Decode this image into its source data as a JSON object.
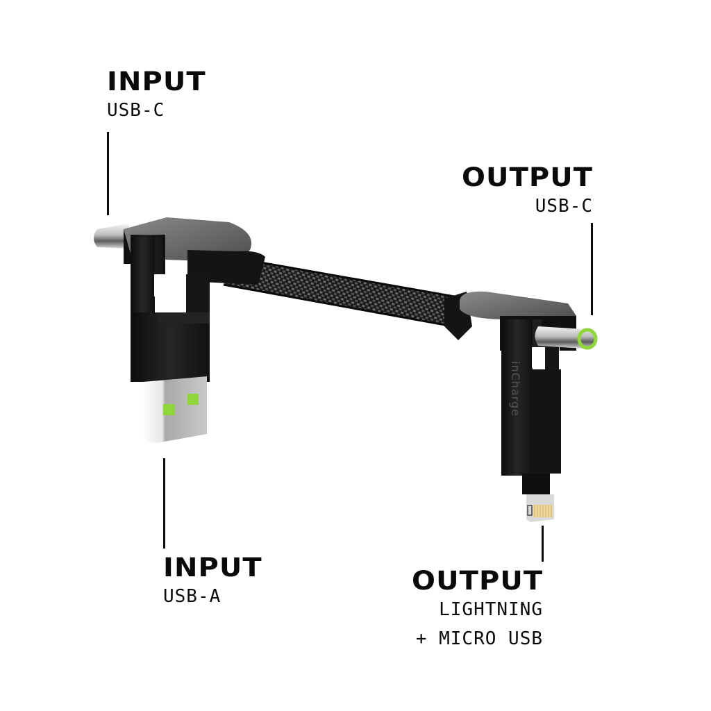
{
  "callouts": {
    "input_top": {
      "title": "INPUT",
      "lines": [
        "USB-C"
      ]
    },
    "output_top": {
      "title": "OUTPUT",
      "lines": [
        "USB-C"
      ]
    },
    "input_bottom": {
      "title": "INPUT",
      "lines": [
        "USB-A"
      ]
    },
    "output_bottom": {
      "title": "OUTPUT",
      "lines": [
        "LIGHTNING",
        "+ MICRO USB"
      ]
    }
  },
  "product": {
    "brand_mark": "inCharge",
    "accent_color": "#8fd63a",
    "body_color": "#1c1c1c",
    "cap_color": "#6e6e6e",
    "lightning_pin_color": "#f2c24a"
  }
}
